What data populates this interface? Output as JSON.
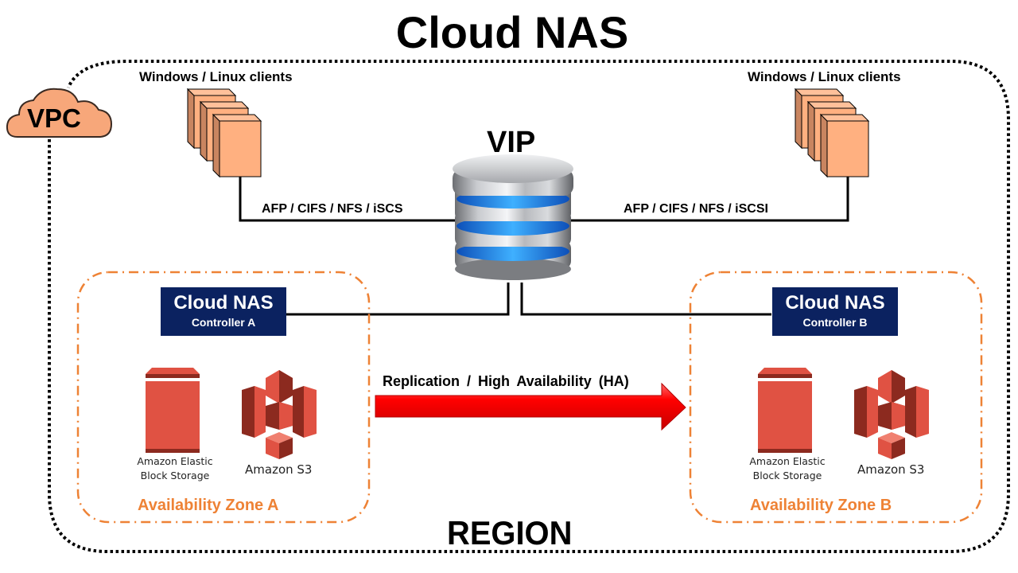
{
  "title": "Cloud NAS",
  "vpc": {
    "label": "VPC",
    "icon": "cloud-icon",
    "color": "#f7a77a"
  },
  "region": {
    "label": "REGION"
  },
  "clients": [
    {
      "label": "Windows / Linux clients",
      "icon": "server-stack-icon",
      "protocols": "AFP / CIFS / NFS / iSCS"
    },
    {
      "label": "Windows / Linux clients",
      "icon": "server-stack-icon",
      "protocols": "AFP / CIFS / NFS / iSCSI"
    }
  ],
  "vip": {
    "label": "VIP",
    "icon": "database-icon"
  },
  "controllers": [
    {
      "title": "Cloud NAS",
      "subtitle": "Controller A"
    },
    {
      "title": "Cloud NAS",
      "subtitle": "Controller B"
    }
  ],
  "zones": [
    {
      "label": "Availability Zone A",
      "ebs_label": [
        "Amazon Elastic",
        "Block Storage"
      ],
      "s3_label": "Amazon S3"
    },
    {
      "label": "Availability Zone B",
      "ebs_label": [
        "Amazon Elastic",
        "Block Storage"
      ],
      "s3_label": "Amazon S3"
    }
  ],
  "replication": {
    "label": "Replication / High Availability (HA)",
    "icon": "arrow-right-icon"
  },
  "colors": {
    "controller_bg": "#0b2260",
    "zone_border": "#ee8235",
    "server_fill": "#ffb080",
    "aws_red": "#e05243",
    "arrow_red": "#ff0000"
  }
}
